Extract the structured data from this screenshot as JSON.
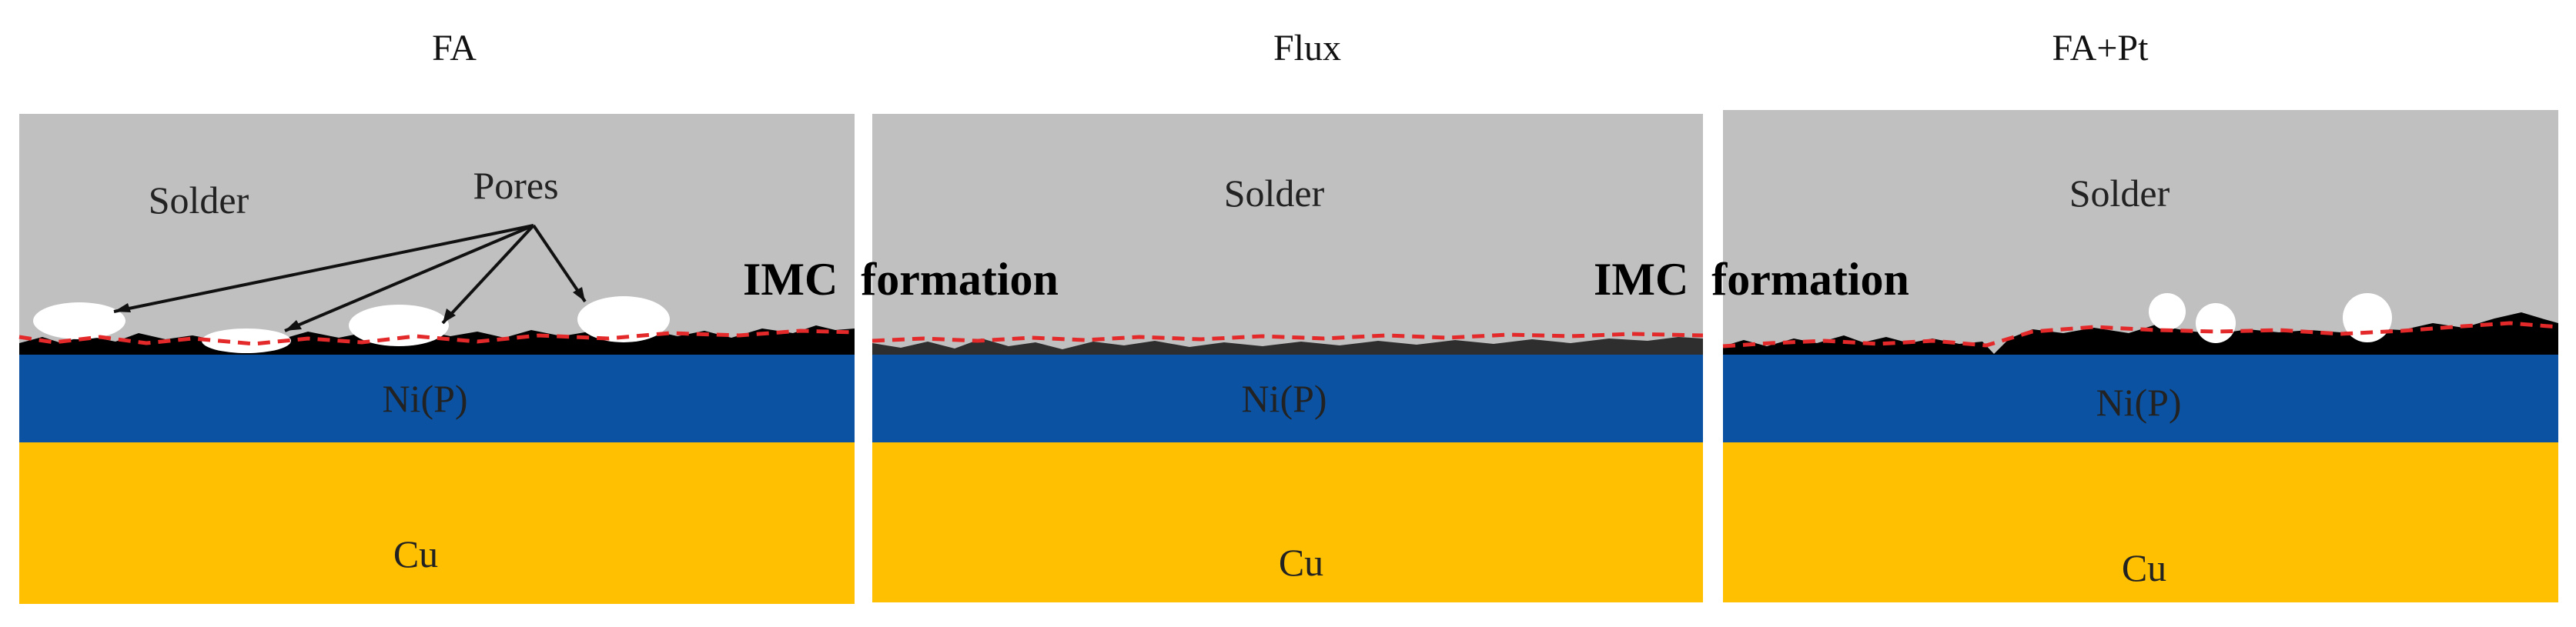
{
  "panels": [
    {
      "title": "FA",
      "solder_label": "Solder",
      "nip_label": "Ni(P)",
      "cu_label": "Cu"
    },
    {
      "title": "Flux",
      "solder_label": "Solder",
      "nip_label": "Ni(P)",
      "cu_label": "Cu"
    },
    {
      "title": "FA+Pt",
      "solder_label": "Solder",
      "nip_label": "Ni(P)",
      "cu_label": "Cu"
    }
  ],
  "annotations": {
    "pores": "Pores",
    "imc_formation_1": "IMC  formation",
    "imc_formation_2": "IMC  formation"
  },
  "colors": {
    "solder": "#c0c0c0",
    "nip": "#0b53a2",
    "cu": "#fec000",
    "imc": "#000000",
    "pores": "#ffffff",
    "dashed_line": "#e32929"
  }
}
